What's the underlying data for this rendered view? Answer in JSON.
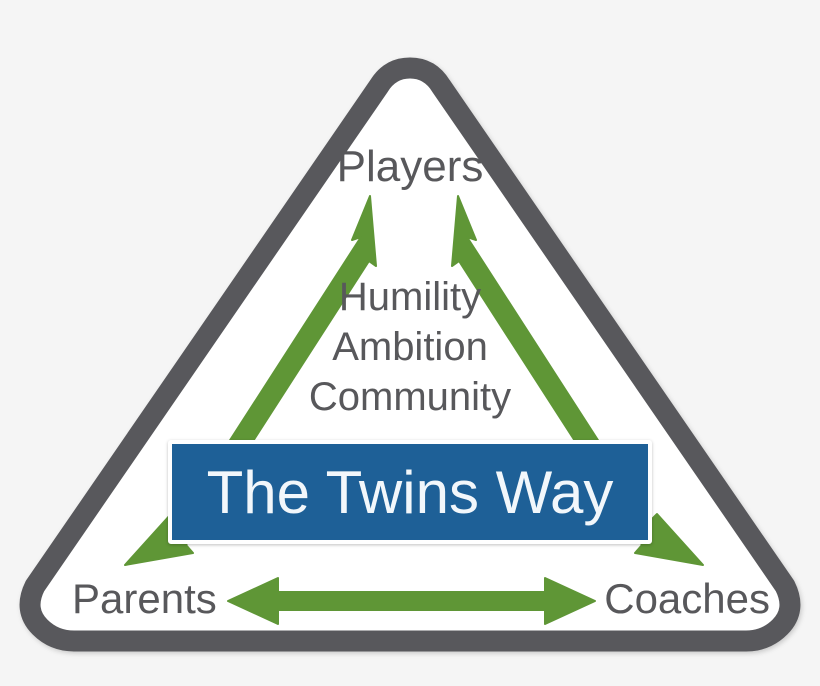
{
  "diagram": {
    "title": "The Twins Way",
    "type": "triangle-relationship-diagram",
    "background_color": "#f5f5f5",
    "outline_color": "#58585b",
    "arrow_color": "#5f9636",
    "banner_color": "#1e6097",
    "banner_text_color": "#f2f7fb",
    "label_color": "#58585b"
  },
  "nodes": {
    "top": "Players",
    "bottom_left": "Parents",
    "bottom_right": "Coaches"
  },
  "values": [
    "Humility",
    "Ambition",
    "Community"
  ],
  "banner": {
    "text": "The Twins Way"
  },
  "connectors": [
    {
      "name": "parents-players",
      "from": "Parents",
      "to": "Players",
      "style": "double-headed"
    },
    {
      "name": "coaches-players",
      "from": "Coaches",
      "to": "Players",
      "style": "double-headed"
    },
    {
      "name": "parents-coaches",
      "from": "Parents",
      "to": "Coaches",
      "style": "double-headed"
    }
  ]
}
